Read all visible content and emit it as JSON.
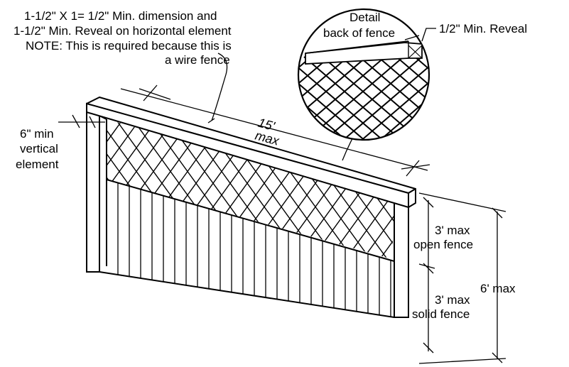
{
  "annotations": {
    "min_dimension_line1": "1-1/2\" X 1= 1/2\" Min. dimension and",
    "min_dimension_line2": "1-1/2\" Min. Reveal on horizontal element",
    "note_line1": "NOTE: This is required because this is",
    "note_line2": "a wire fence",
    "detail_line1": "Detail",
    "detail_line2": "back of fence",
    "reveal": "1/2\" Min. Reveal",
    "vertical_line1": "6\" min",
    "vertical_line2": "vertical",
    "vertical_line3": "element",
    "span_value": "15'",
    "span_unit": "max",
    "open_line1": "3' max",
    "open_line2": "open fence",
    "solid_line1": "3' max",
    "solid_line2": "solid fence",
    "total_height": "6' max"
  },
  "colors": {
    "ink": "#000000",
    "paper": "#ffffff"
  }
}
